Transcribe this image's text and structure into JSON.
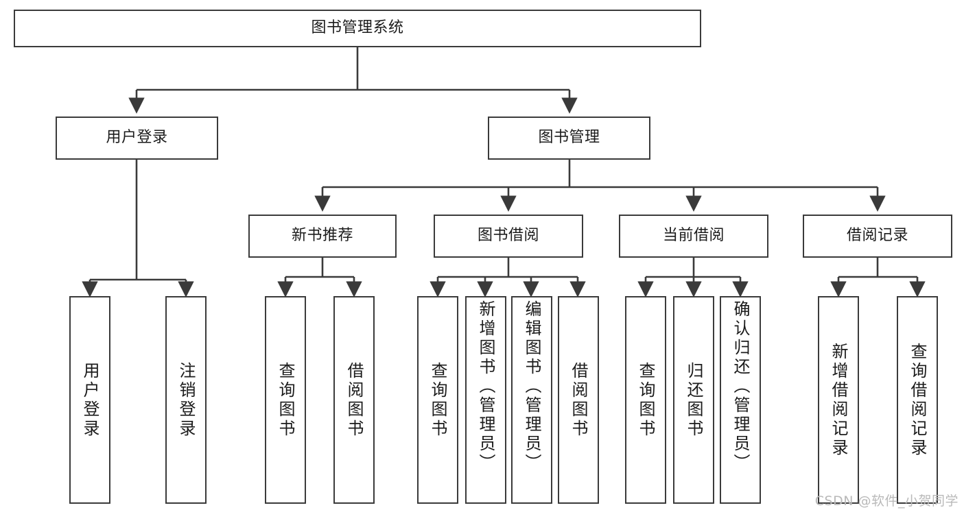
{
  "diagram": {
    "type": "tree-hierarchy-chart",
    "title": "图书管理系统",
    "orientation": "top-down",
    "colors": {
      "box_border": "#3a3a3a",
      "box_fill": "#ffffff",
      "connector": "#3a3a3a",
      "text": "#1b1b1b",
      "watermark": "#b9b9b9"
    },
    "root": {
      "label": "图书管理系统"
    },
    "level2": [
      {
        "label": "用户登录"
      },
      {
        "label": "图书管理"
      }
    ],
    "level3": [
      {
        "label": "新书推荐"
      },
      {
        "label": "图书借阅"
      },
      {
        "label": "当前借阅"
      },
      {
        "label": "借阅记录"
      }
    ],
    "leaves": {
      "user_login": [
        {
          "label": "用户登录"
        },
        {
          "label": "注销登录"
        }
      ],
      "new_book_recommend": [
        {
          "label": "查询图书"
        },
        {
          "label": "借阅图书"
        }
      ],
      "book_borrow": [
        {
          "label": "查询图书"
        },
        {
          "label": "新增图书（管理员）"
        },
        {
          "label": "编辑图书（管理员）"
        },
        {
          "label": "借阅图书"
        }
      ],
      "current_borrow": [
        {
          "label": "查询图书"
        },
        {
          "label": "归还图书"
        },
        {
          "label": "确认归还（管理员）"
        }
      ],
      "borrow_records": [
        {
          "label": "新增借阅记录"
        },
        {
          "label": "查询借阅记录"
        }
      ]
    },
    "watermark": "CSDN @软件_小贺同学"
  }
}
